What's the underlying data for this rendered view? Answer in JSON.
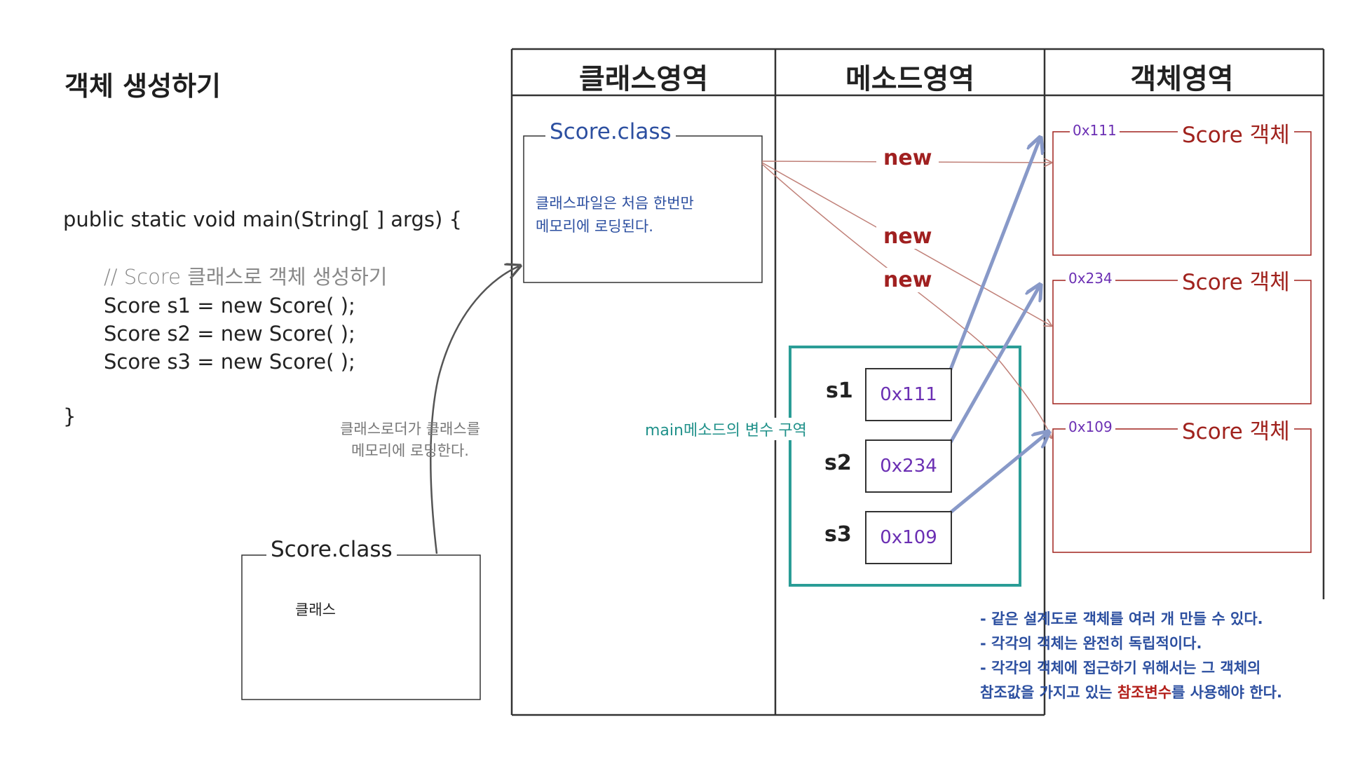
{
  "title": "객체 생성하기",
  "code": {
    "line1": "public static void main(String[ ] args) {",
    "comment": "// Score 클래스로 객체 생성하기",
    "line2": "Score s1 = new Score( );",
    "line3": "Score s2 = new Score( );",
    "line4": "Score s3 = new Score( );",
    "close": "}"
  },
  "loader_caption": {
    "line1": "클래스로더가 클래스를",
    "line2": "메모리에 로딩한다."
  },
  "source_file": {
    "title": "Score.class",
    "body": "클래스"
  },
  "columns": {
    "class_area": "클래스영역",
    "method_area": "메소드영역",
    "object_area": "객체영역"
  },
  "class_area": {
    "title": "Score.class",
    "note_line1": "클래스파일은 처음 한번만",
    "note_line2": "메모리에 로딩된다."
  },
  "new_label": "new",
  "method_area": {
    "frame_label": "main메소드의 변수 구역",
    "variables": [
      {
        "name": "s1",
        "value": "0x111"
      },
      {
        "name": "s2",
        "value": "0x234"
      },
      {
        "name": "s3",
        "value": "0x109"
      }
    ]
  },
  "objects": [
    {
      "address": "0x111",
      "title": "Score 객체"
    },
    {
      "address": "0x234",
      "title": "Score 객체"
    },
    {
      "address": "0x109",
      "title": "Score 객체"
    }
  ],
  "notes": {
    "line1": "- 같은 설계도로 객체를 여러 개 만들 수 있다.",
    "line2": "- 각각의 객체는 완전히 독립적이다.",
    "line3": "- 각각의 객체에 접근하기 위해서는 그 객체의",
    "line4_before": "참조값을 가지고 있는 ",
    "line4_highlight": "참조변수",
    "line4_after": "를 사용해야 한다."
  },
  "colors": {
    "object_red": "#a0221d",
    "ref_arrow_blue": "#8899c8",
    "teal_frame": "#2a9d96",
    "address_purple": "#6b2fb3",
    "note_blue": "#2c4fa0"
  }
}
